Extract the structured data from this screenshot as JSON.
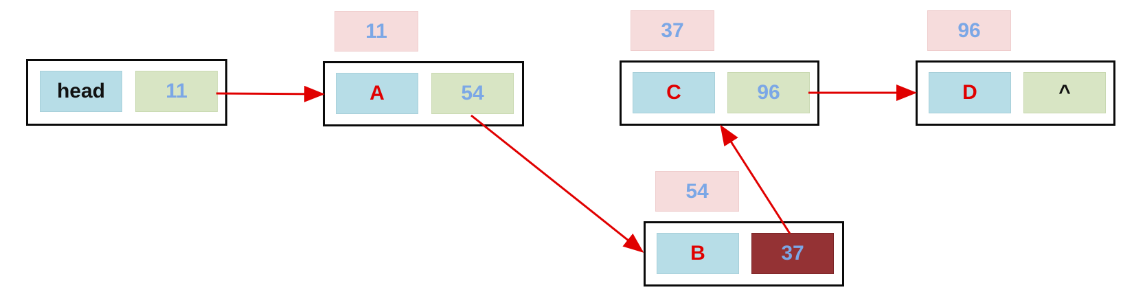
{
  "head_node": {
    "label": "head",
    "next": "11"
  },
  "nodes": [
    {
      "id": "A",
      "address": "11",
      "data": "A",
      "next": "54"
    },
    {
      "id": "B",
      "address": "54",
      "data": "B",
      "next": "37"
    },
    {
      "id": "C",
      "address": "37",
      "data": "C",
      "next": "96"
    },
    {
      "id": "D",
      "address": "96",
      "data": "D",
      "next": "^"
    }
  ],
  "colors": {
    "node_border": "#0a0a0a",
    "data_cell": "#b7dde7",
    "pointer_cell": "#d8e5c4",
    "highlighted_pointer_cell": "#943234",
    "address_box": "#f6dcdc",
    "arrow": "#e00000",
    "data_text": "#e00000",
    "pointer_text": "#7ba7e6"
  },
  "edges": [
    {
      "from": "head",
      "to": "A"
    },
    {
      "from": "A",
      "to": "B"
    },
    {
      "from": "B",
      "to": "C"
    },
    {
      "from": "C",
      "to": "D"
    }
  ]
}
